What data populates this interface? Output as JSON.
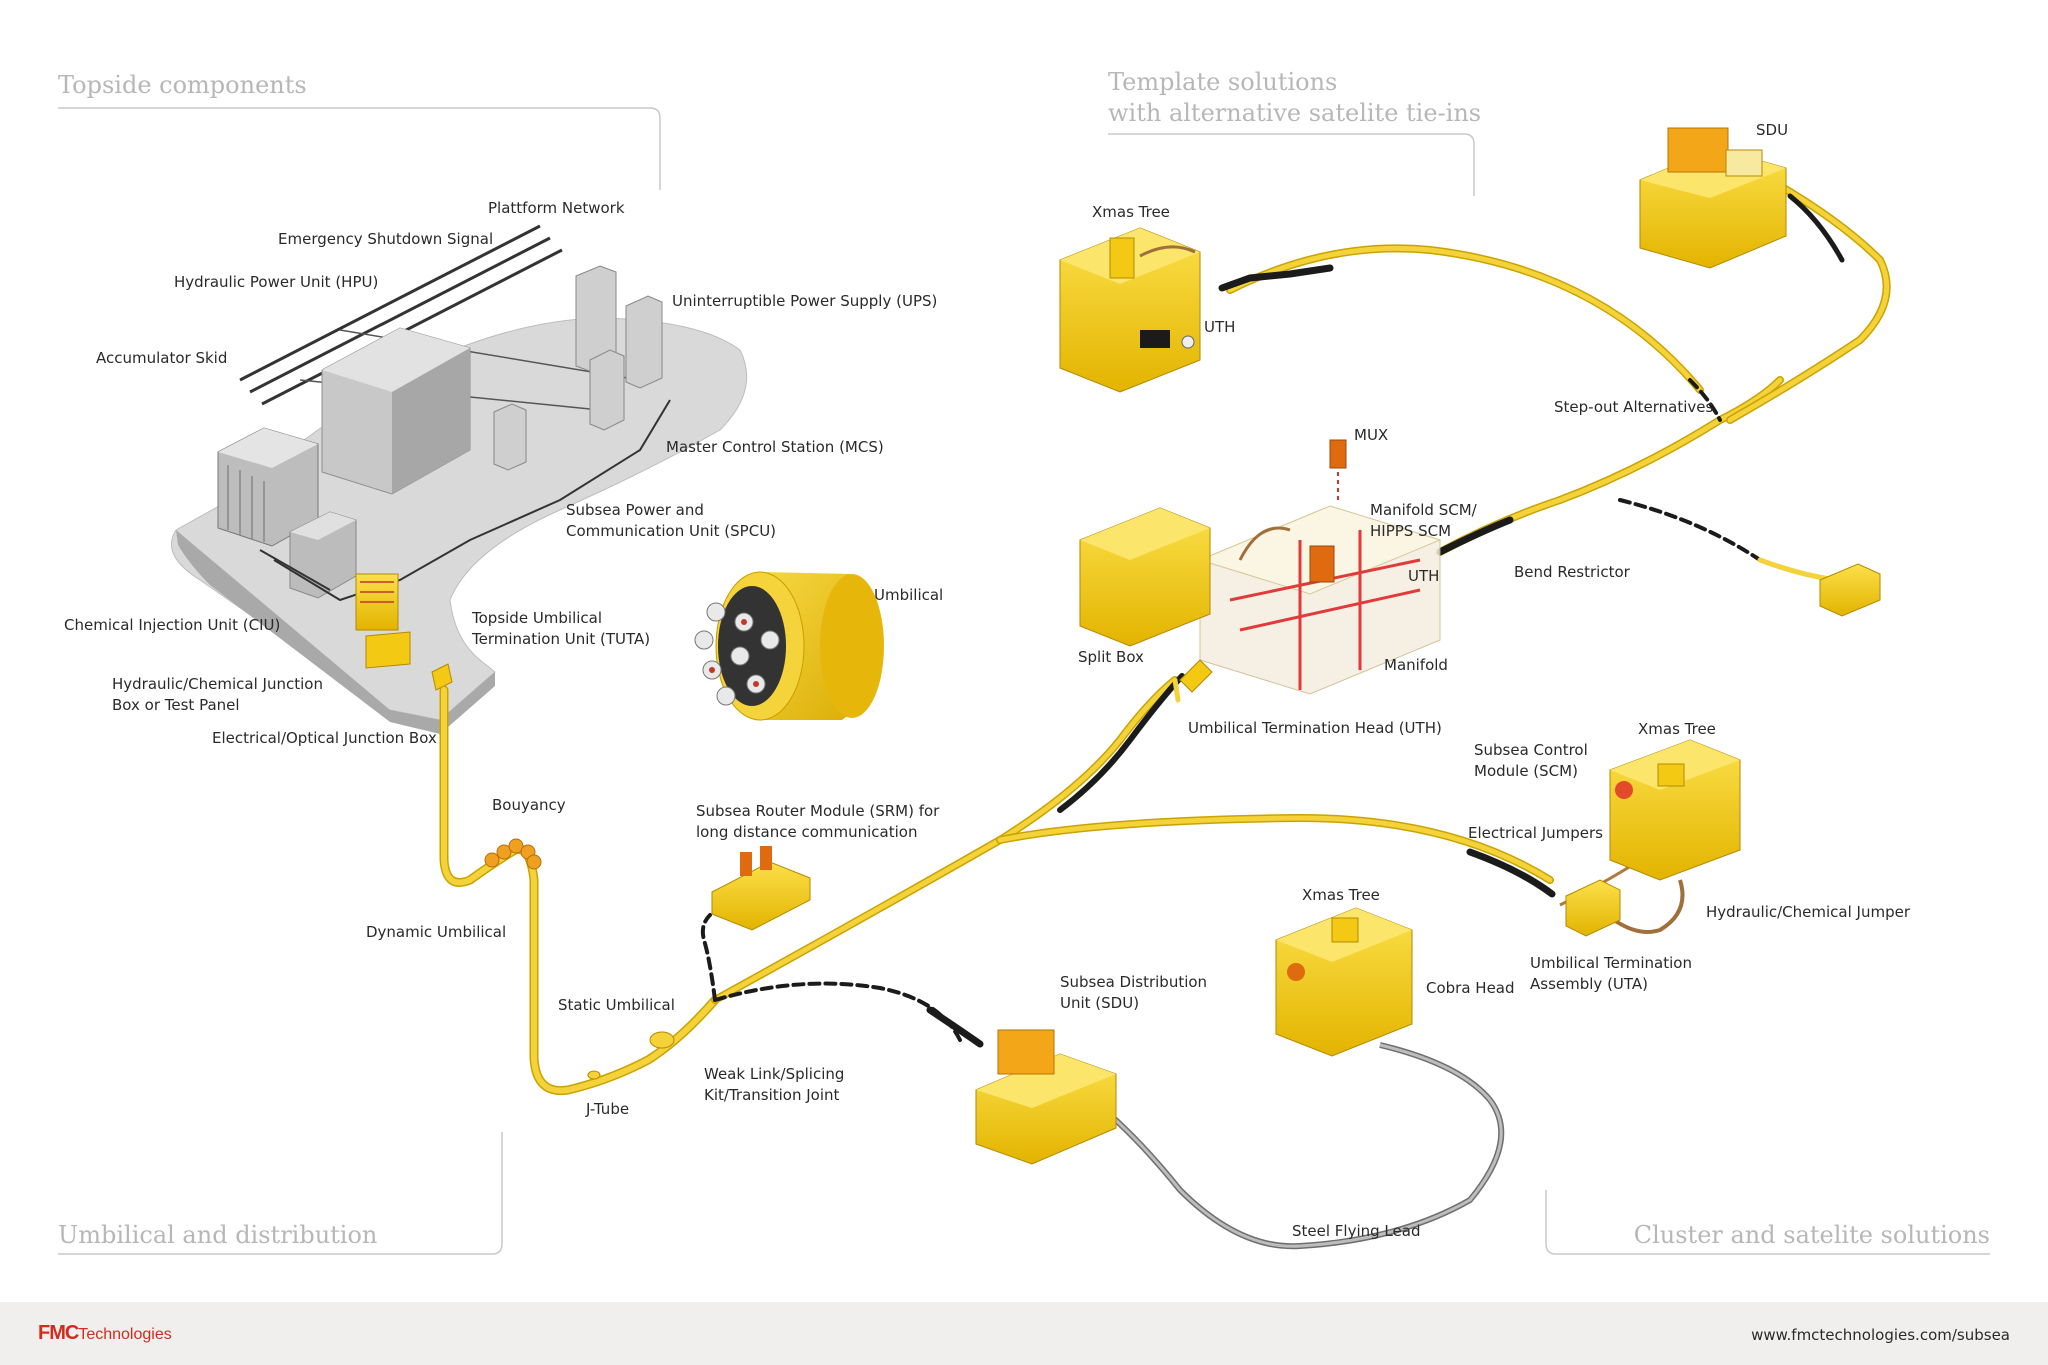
{
  "sections": {
    "topside": "Topside components",
    "template_line1": "Template solutions",
    "template_line2": "with alternative satelite tie-ins",
    "umbilical_distribution": "Umbilical and distribution",
    "cluster": "Cluster and satelite solutions"
  },
  "labels": {
    "platform_network": "Plattform Network",
    "emergency_shutdown": "Emergency Shutdown Signal",
    "hpu": "Hydraulic Power Unit (HPU)",
    "ups": "Uninterruptible Power Supply (UPS)",
    "accumulator_skid": "Accumulator Skid",
    "mcs": "Master Control Station (MCS)",
    "spcu_line1": "Subsea Power and",
    "spcu_line2": "Communication Unit (SPCU)",
    "ciu": "Chemical Injection Unit (CIU)",
    "tuta_line1": "Topside Umbilical",
    "tuta_line2": "Termination Unit (TUTA)",
    "hcjb_line1": "Hydraulic/Chemical Junction",
    "hcjb_line2": "Box or Test Panel",
    "eojb": "Electrical/Optical Junction Box",
    "umbilical": "Umbilical",
    "bouyancy": "Bouyancy",
    "dynamic_umbilical": "Dynamic Umbilical",
    "srm_line1": "Subsea Router Module (SRM) for",
    "srm_line2": "long distance communication",
    "static_umbilical": "Static Umbilical",
    "weak_link_line1": "Weak Link/Splicing",
    "weak_link_line2": "Kit/Transition Joint",
    "j_tube": "J-Tube",
    "xmas_tree_top": "Xmas Tree",
    "uth_top": "UTH",
    "sdu_top": "SDU",
    "step_out": "Step-out Alternatives",
    "mux": "MUX",
    "manifold_scm_line1": "Manifold SCM/",
    "manifold_scm_line2": "HIPPS SCM",
    "uth_mid": "UTH",
    "bend_restrictor": "Bend Restrictor",
    "split_box": "Split Box",
    "manifold": "Manifold",
    "uth_full": "Umbilical Termination Head (UTH)",
    "scm_line1": "Subsea Control",
    "scm_line2": "Module (SCM)",
    "xmas_tree_right": "Xmas Tree",
    "electrical_jumpers": "Electrical Jumpers",
    "hydraulic_jumper": "Hydraulic/Chemical Jumper",
    "xmas_tree_center": "Xmas Tree",
    "uta_line1": "Umbilical Termination",
    "uta_line2": "Assembly (UTA)",
    "cobra_head": "Cobra Head",
    "sdu_line1": "Subsea Distribution",
    "sdu_line2": "Unit (SDU)",
    "steel_flying_lead": "Steel Flying Lead"
  },
  "footer": {
    "logo_fmc": "FMC",
    "logo_tech": "Technologies",
    "url": "www.fmctechnologies.com/subsea"
  },
  "colors": {
    "equipment_yellow": "#f3c913",
    "cable_yellow": "#f0c81a",
    "cable_dark": "#1b1b1b",
    "platform_gray": "#d4d4d4",
    "section_text": "#b7b7b7",
    "brand_red": "#d52b1e"
  }
}
